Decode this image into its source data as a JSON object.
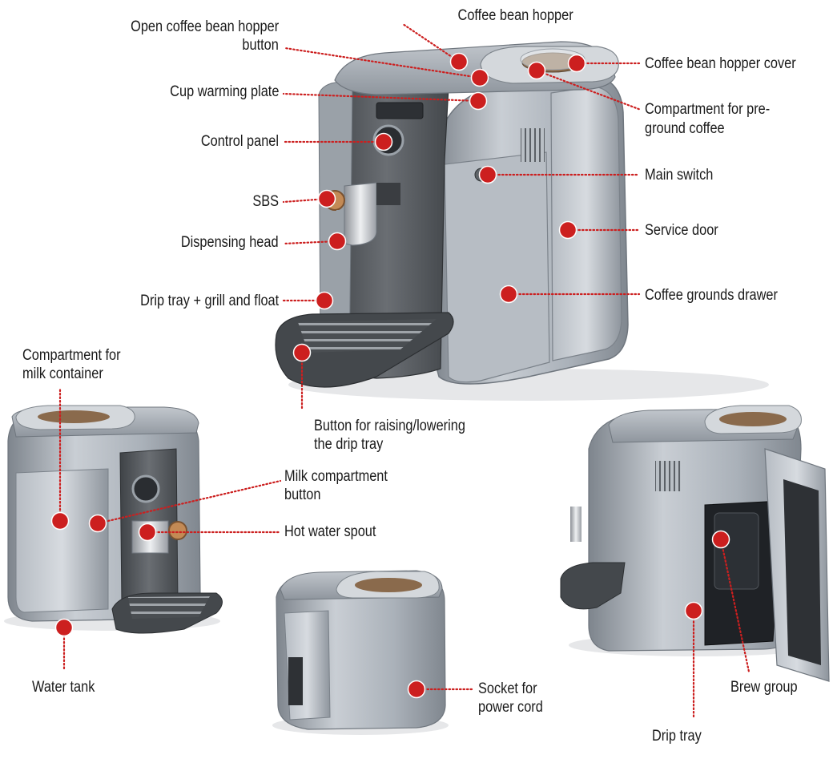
{
  "colors": {
    "marker": "#cc1f1f",
    "leader": "#cc1f1f",
    "machine_body": "#a9b0b8",
    "machine_dark": "#55595f",
    "label_text": "#1a1a1a"
  },
  "callouts": {
    "coffee_bean_hopper": "Coffee bean hopper",
    "open_hopper_button_1": "Open coffee bean hopper",
    "open_hopper_button_2": "button",
    "hopper_cover": "Coffee bean hopper cover",
    "cup_warming_plate": "Cup warming plate",
    "preground_1": "Compartment for pre-",
    "preground_2": "ground coffee",
    "control_panel": "Control panel",
    "main_switch": "Main switch",
    "sbs": "SBS",
    "service_door": "Service door",
    "dispensing_head": "Dispensing head",
    "drip_tray_grill": "Drip tray + grill and float",
    "grounds_drawer": "Coffee grounds drawer",
    "milk_compartment_1": "Compartment for",
    "milk_compartment_2": "milk container",
    "raise_button_1": "Button for raising/lowering",
    "raise_button_2": "the drip tray",
    "milk_button_1": "Milk compartment",
    "milk_button_2": "button",
    "hot_water_spout": "Hot water spout",
    "water_tank": "Water tank",
    "socket_1": "Socket for",
    "socket_2": "power cord",
    "brew_group": "Brew group",
    "drip_tray": "Drip tray"
  },
  "views": [
    "front-three-quarter",
    "left-side",
    "back",
    "open-service-door"
  ]
}
